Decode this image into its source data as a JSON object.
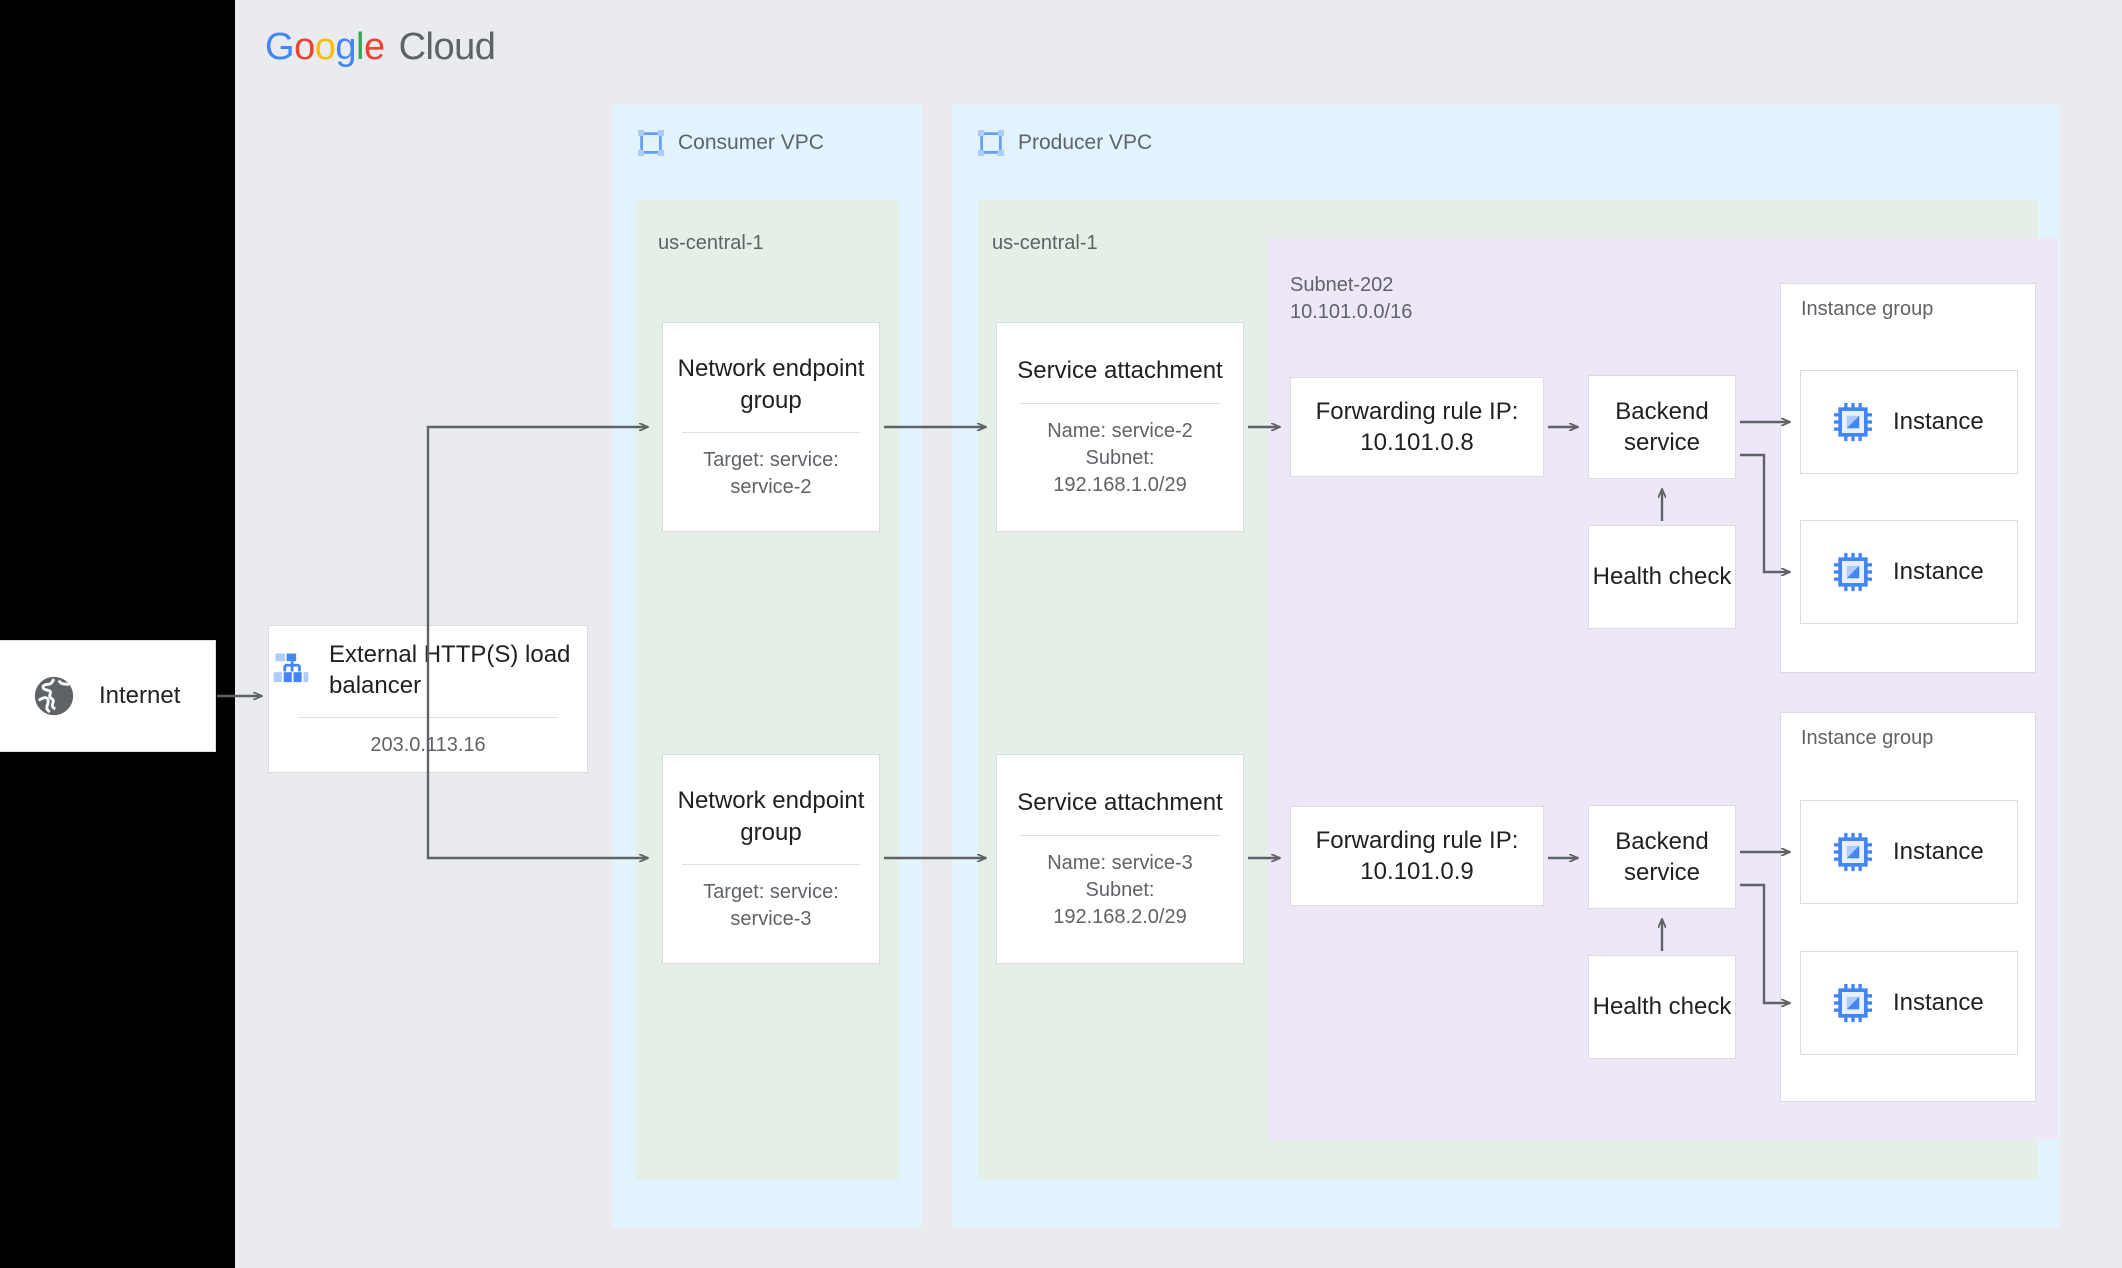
{
  "brand": {
    "g1": "G",
    "o1": "o",
    "o2": "o",
    "g2": "g",
    "l": "l",
    "e": "e",
    "cloud": "Cloud"
  },
  "colors": {
    "canvas": "#e9ebee",
    "vpc": "#e1f4fd",
    "region": "#e3efe7",
    "subnet": "#eee7f7",
    "card": "#ffffff",
    "border": "#dadce0",
    "text": "#202124",
    "muted": "#5f6368",
    "blue": "#4285f4",
    "red": "#ea4335",
    "yellow": "#fbbc05",
    "green": "#34a853",
    "arrow": "#5f6368"
  },
  "internet": {
    "label": "Internet",
    "icon": "globe-icon"
  },
  "load_balancer": {
    "title": "External HTTP(S)\nload balancer",
    "ip": "203.0.113.16",
    "icon": "load-balancer-icon"
  },
  "consumer_vpc": {
    "label": "Consumer VPC",
    "icon": "vpc-icon",
    "region": "us-central-1",
    "negs": [
      {
        "title": "Network\nendpoint group",
        "sub": "Target: service:\nservice-2"
      },
      {
        "title": "Network\nendpoint group",
        "sub": "Target: service:\nservice-3"
      }
    ]
  },
  "producer_vpc": {
    "label": "Producer VPC",
    "icon": "vpc-icon",
    "region": "us-central-1",
    "service_attachments": [
      {
        "title": "Service attachment",
        "sub": "Name: service-2\nSubnet:\n192.168.1.0/29"
      },
      {
        "title": "Service attachment",
        "sub": "Name: service-3\nSubnet:\n192.168.2.0/29"
      }
    ],
    "subnet": {
      "name": "Subnet-202",
      "cidr": "10.101.0.0/16",
      "label": "Subnet-202\n10.101.0.0/16"
    },
    "stacks": [
      {
        "forwarding_rule": "Forwarding rule\nIP: 10.101.0.8",
        "backend_service": "Backend\nservice",
        "health_check": "Health\ncheck",
        "instance_group_label": "Instance group",
        "instances": [
          {
            "label": "Instance",
            "icon": "instance-chip-icon"
          },
          {
            "label": "Instance",
            "icon": "instance-chip-icon"
          }
        ]
      },
      {
        "forwarding_rule": "Forwarding rule\nIP: 10.101.0.9",
        "backend_service": "Backend\nservice",
        "health_check": "Health\ncheck",
        "instance_group_label": "Instance group",
        "instances": [
          {
            "label": "Instance",
            "icon": "instance-chip-icon"
          },
          {
            "label": "Instance",
            "icon": "instance-chip-icon"
          }
        ]
      }
    ]
  }
}
